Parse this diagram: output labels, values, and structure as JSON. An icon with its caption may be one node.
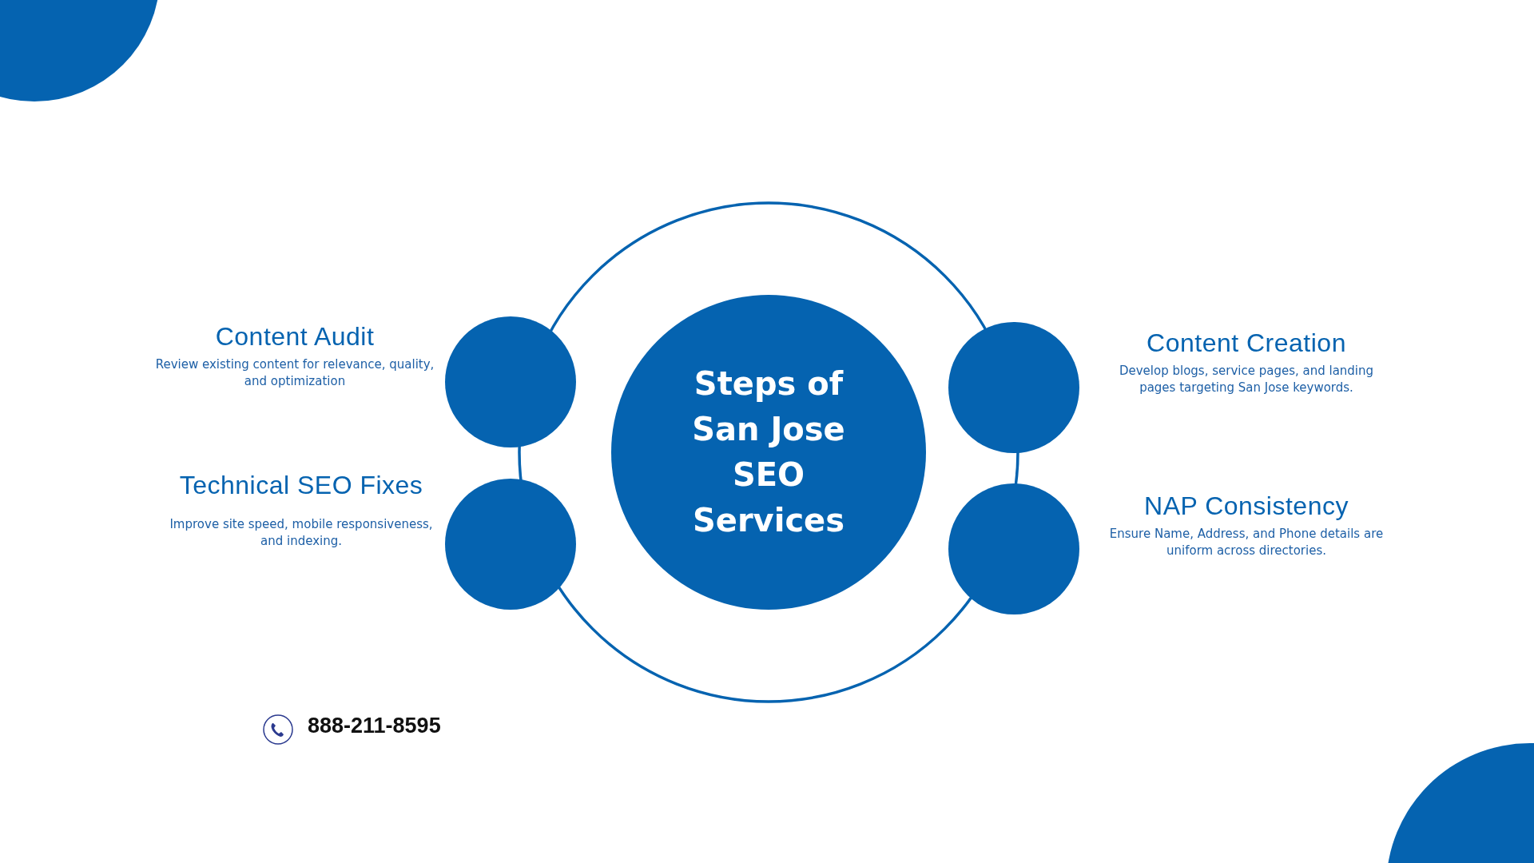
{
  "diagram": {
    "nodes": [
      {
        "text": [
          "Steps of San Jose SEO Services"
        ]
      },
      {
        "text": [],
        "shape": "circle",
        "beside": [
          "Content Audit",
          "Review existing content for relevance, quality, and optimization"
        ]
      },
      {
        "text": [],
        "shape": "circle",
        "beside": [
          "Content Creation",
          "Develop blogs, service pages, and landing pages targeting San Jose keywords."
        ]
      },
      {
        "text": [],
        "shape": "circle",
        "beside": [
          "Technical SEO Fixes",
          "Improve site speed, mobile responsiveness, and indexing."
        ]
      },
      {
        "text": [],
        "shape": "circle",
        "beside": [
          "NAP Consistency",
          "Ensure Name, Address, and Phone details are uniform across directories."
        ]
      }
    ],
    "labels": [
      "888-211-8595"
    ]
  }
}
